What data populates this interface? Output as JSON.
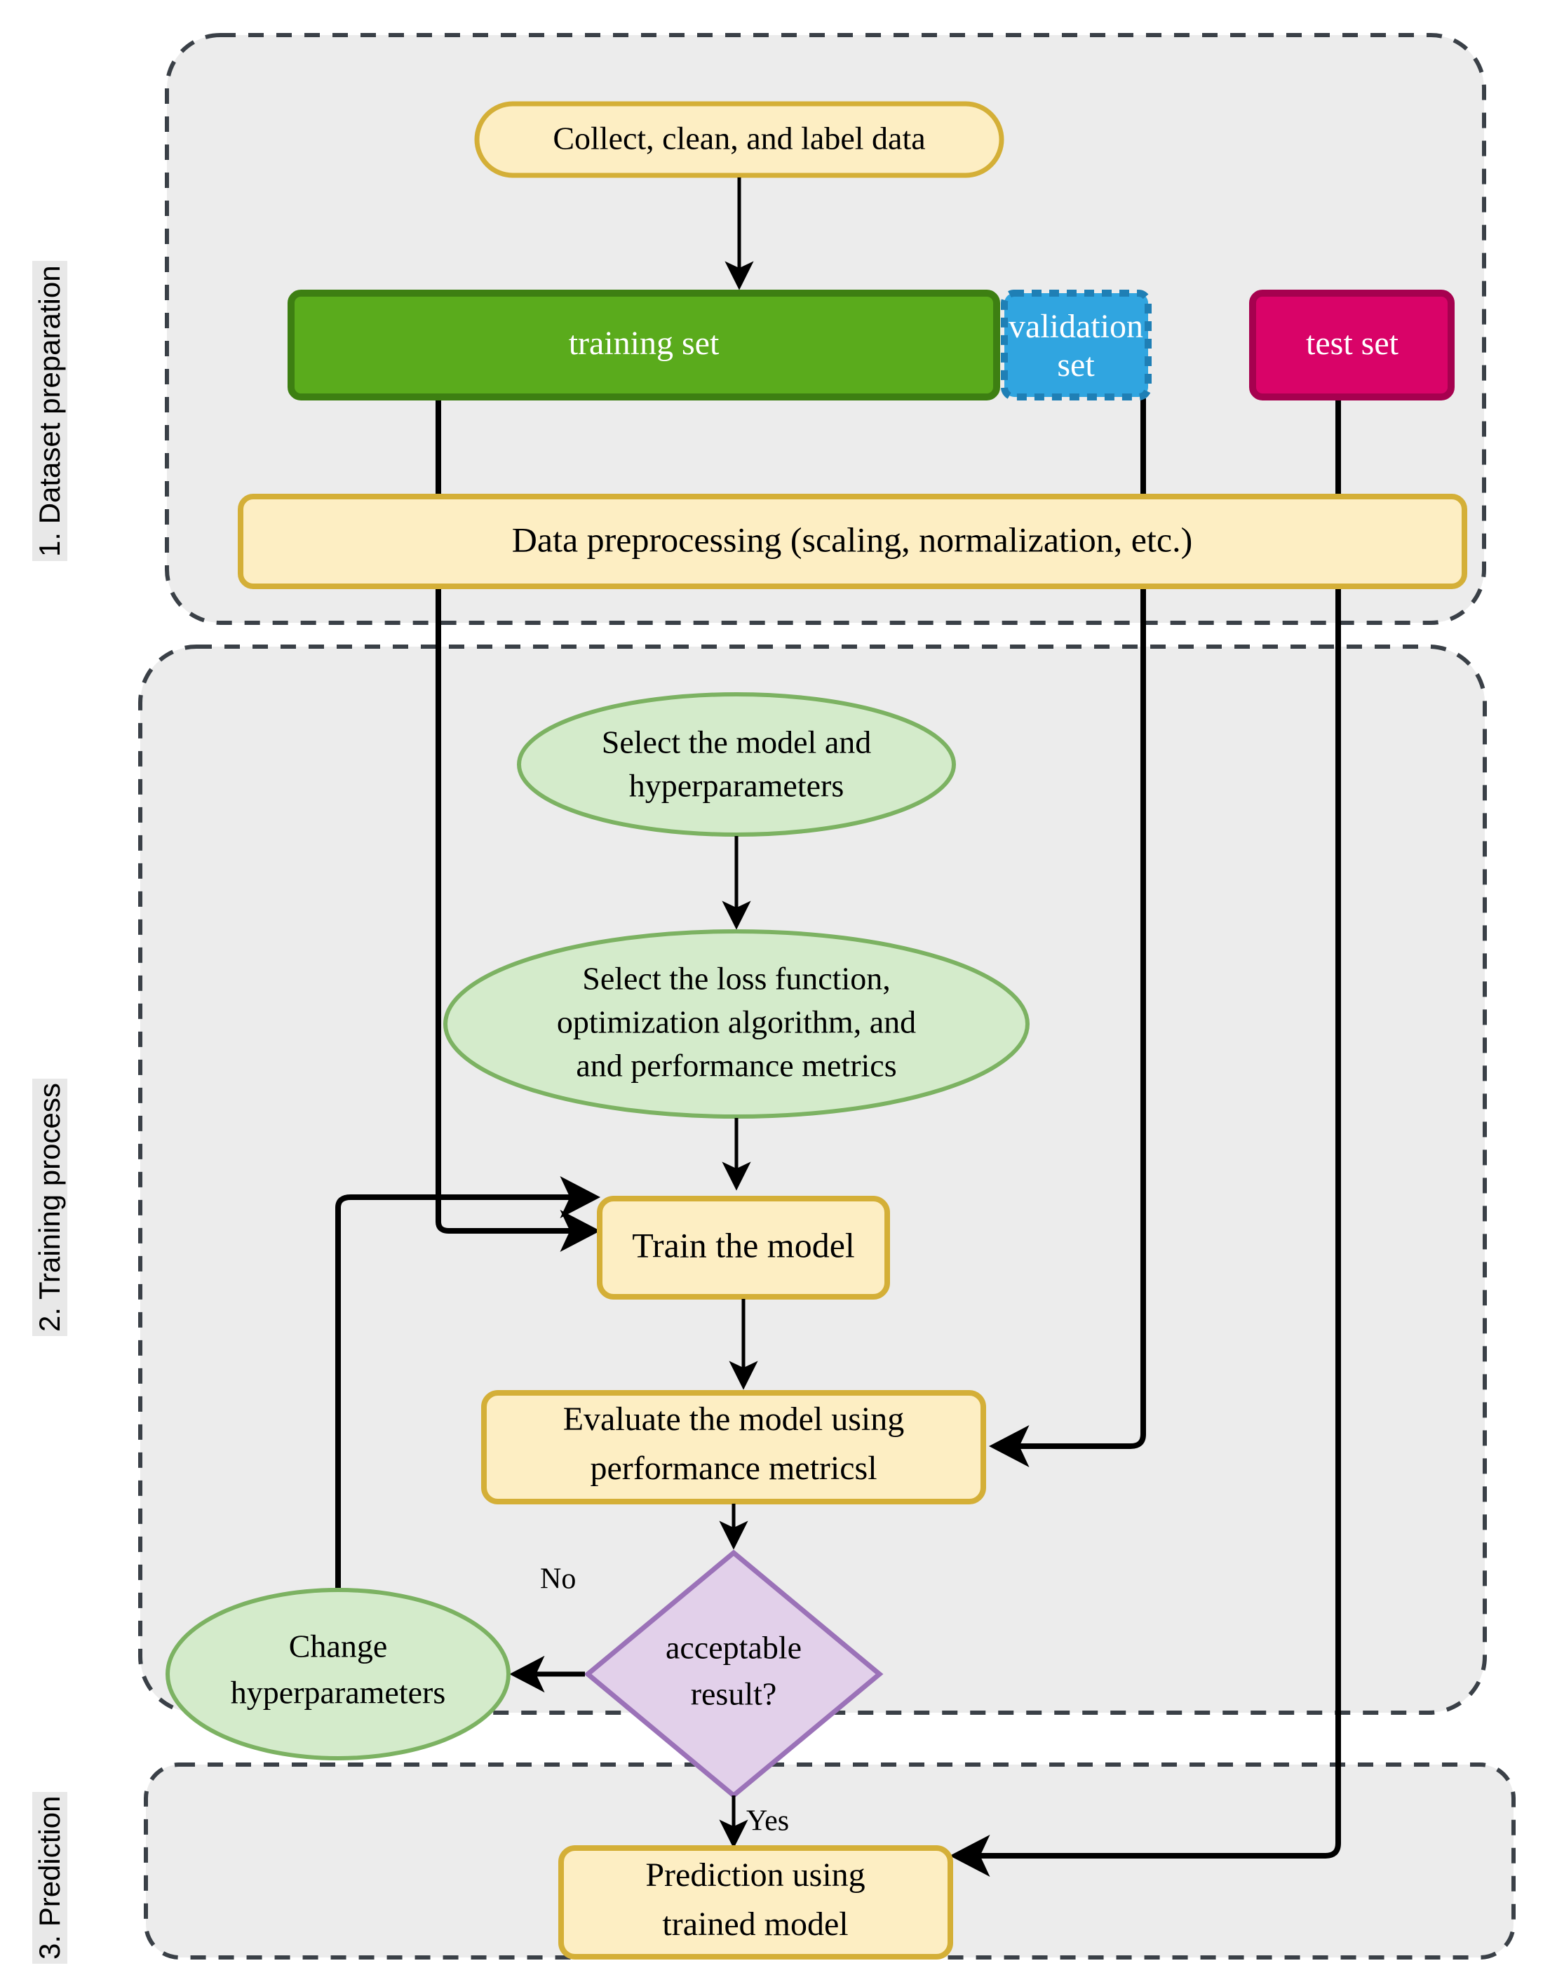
{
  "diagram": {
    "title": "Machine learning workflow flowchart",
    "lanes": [
      {
        "id": "lane1",
        "label": "1. Dataset preparation"
      },
      {
        "id": "lane2",
        "label": "2. Training process"
      },
      {
        "id": "lane3",
        "label": "3. Prediction"
      }
    ],
    "nodes": {
      "collect": {
        "label": "Collect, clean, and label data",
        "shape": "rounded-rect",
        "fill": "#fdeec3",
        "stroke": "#d4af37"
      },
      "training_set": {
        "label": "training set",
        "shape": "rounded-rect",
        "fill": "#5aab1c",
        "stroke": "#3d7f12",
        "text_color": "#ffffff"
      },
      "validation_set": {
        "label_line1": "validation",
        "label_line2": "set",
        "shape": "rounded-rect-dashed",
        "fill": "#30a5e0",
        "stroke": "#1f7fb5",
        "text_color": "#ffffff"
      },
      "test_set": {
        "label": "test set",
        "shape": "rounded-rect",
        "fill": "#d90368",
        "stroke": "#a6014f",
        "text_color": "#ffffff"
      },
      "preprocessing": {
        "label": "Data preprocessing (scaling, normalization, etc.)",
        "shape": "rounded-rect",
        "fill": "#fdeec3",
        "stroke": "#d4af37"
      },
      "select_model": {
        "label_line1": "Select the model and",
        "label_line2": "hyperparameters",
        "shape": "ellipse",
        "fill": "#d4ebcb",
        "stroke": "#7cb262"
      },
      "select_loss": {
        "label_line1": "Select the loss function,",
        "label_line2": "optimization algorithm, and",
        "label_line3": "and performance metrics",
        "shape": "ellipse",
        "fill": "#d4ebcb",
        "stroke": "#7cb262"
      },
      "train_model": {
        "label": "Train the model",
        "shape": "rounded-rect",
        "fill": "#fdeec3",
        "stroke": "#d4af37"
      },
      "evaluate": {
        "label_line1": "Evaluate the model using",
        "label_line2": "performance metricsl",
        "shape": "rounded-rect",
        "fill": "#fdeec3",
        "stroke": "#d4af37"
      },
      "decision": {
        "label_line1": "acceptable",
        "label_line2": "result?",
        "shape": "diamond",
        "fill": "#e2d0ea",
        "stroke": "#9b72b8"
      },
      "change_hyper": {
        "label_line1": "Change",
        "label_line2": "hyperparameters",
        "shape": "ellipse",
        "fill": "#d4ebcb",
        "stroke": "#7cb262"
      },
      "prediction": {
        "label_line1": "Prediction using",
        "label_line2": "trained model",
        "shape": "rounded-rect",
        "fill": "#fdeec3",
        "stroke": "#d4af37"
      }
    },
    "edge_labels": {
      "no": "No",
      "yes": "Yes"
    },
    "colors": {
      "lane_fill": "#ececec",
      "lane_stroke": "#3a4047",
      "edge_stroke": "#000000",
      "page_background": "#ffffff"
    }
  }
}
